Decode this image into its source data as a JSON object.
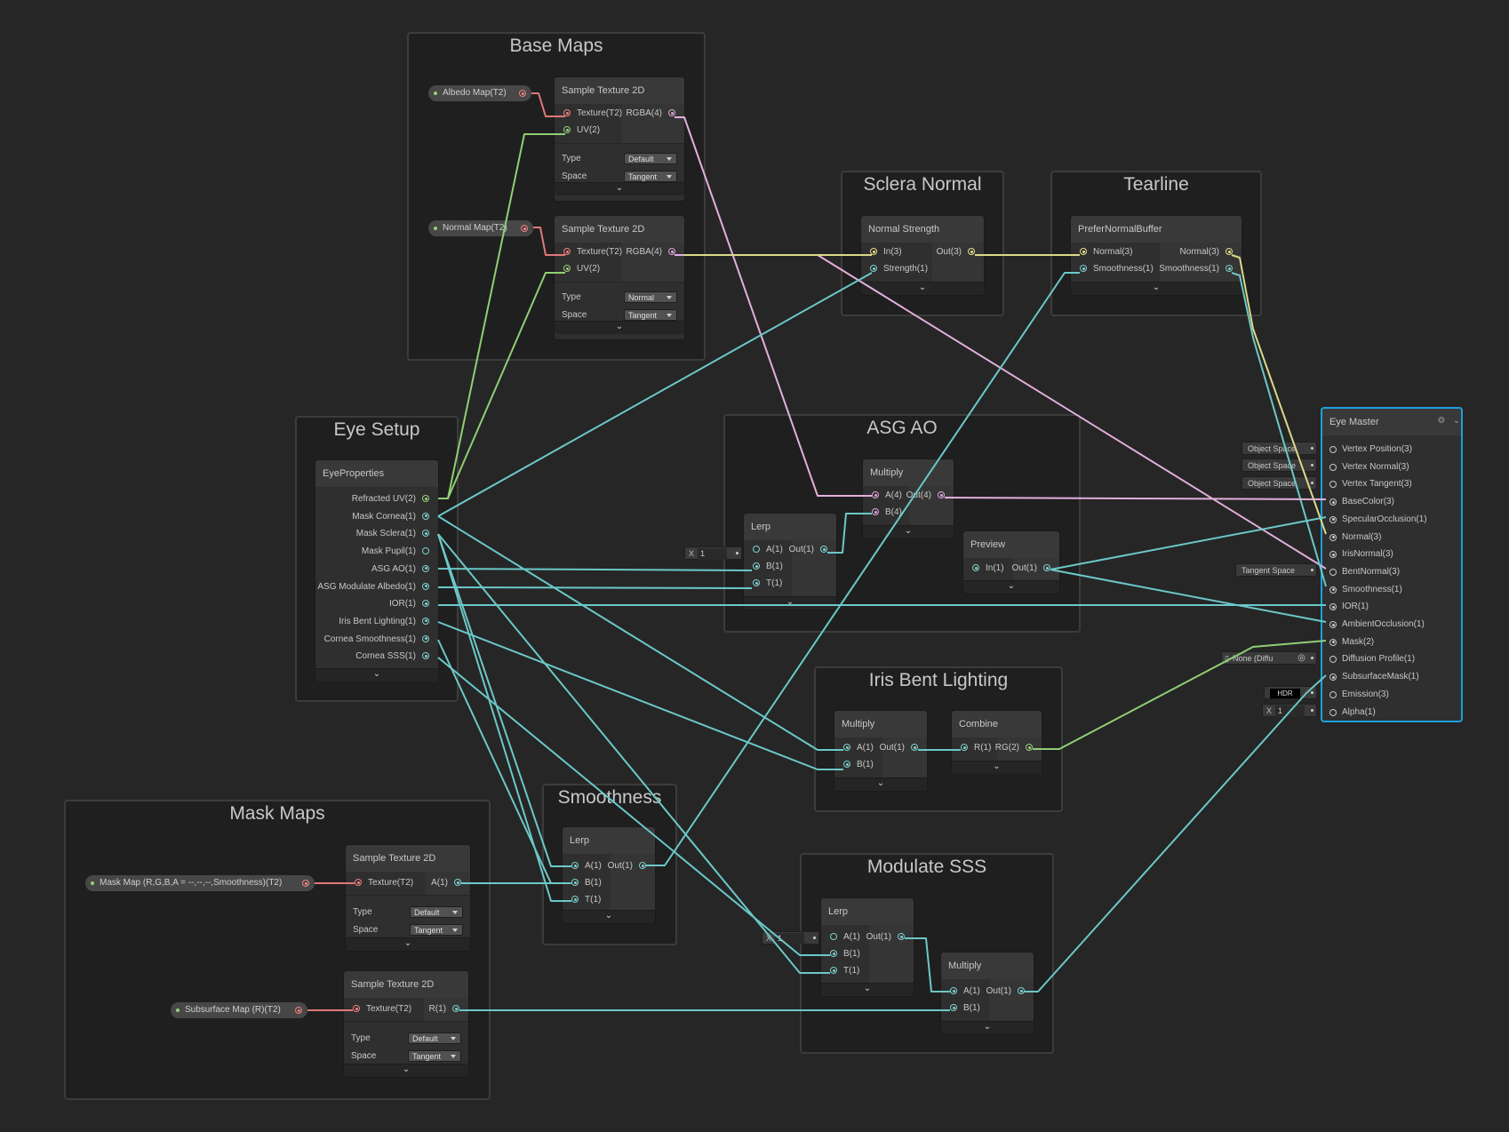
{
  "groups": {
    "base_maps": "Base Maps",
    "sclera_normal": "Sclera Normal",
    "tearline": "Tearline",
    "eye_setup": "Eye Setup",
    "asg_ao": "ASG AO",
    "iris_bent_lighting": "Iris Bent Lighting",
    "smoothness": "Smoothness",
    "mask_maps": "Mask Maps",
    "modulate_sss": "Modulate SSS"
  },
  "properties": {
    "albedo_map": "Albedo Map(T2)",
    "normal_map": "Normal Map(T2)",
    "mask_map": "Mask Map (R,G,B,A = --,--,--,Smoothness)(T2)",
    "subsurface_map": "Subsurface Map (R)(T2)"
  },
  "nodes": {
    "sample_albedo": {
      "title": "Sample Texture 2D",
      "in": [
        "Texture(T2)",
        "UV(2)"
      ],
      "out": [
        "RGBA(4)"
      ],
      "type_label": "Type",
      "type_value": "Default",
      "space_label": "Space",
      "space_value": "Tangent"
    },
    "sample_normal": {
      "title": "Sample Texture 2D",
      "in": [
        "Texture(T2)",
        "UV(2)"
      ],
      "out": [
        "RGBA(4)"
      ],
      "type_label": "Type",
      "type_value": "Normal",
      "space_label": "Space",
      "space_value": "Tangent"
    },
    "normal_strength": {
      "title": "Normal Strength",
      "in": [
        "In(3)",
        "Strength(1)"
      ],
      "out": [
        "Out(3)"
      ]
    },
    "prefer_normal_buffer": {
      "title": "PreferNormalBuffer",
      "in": [
        "Normal(3)",
        "Smoothness(1)"
      ],
      "out": [
        "Normal(3)",
        "Smoothness(1)"
      ]
    },
    "eye_properties": {
      "title": "EyeProperties",
      "out": [
        "Refracted UV(2)",
        "Mask Cornea(1)",
        "Mask Sclera(1)",
        "Mask Pupil(1)",
        "ASG AO(1)",
        "ASG Modulate Albedo(1)",
        "IOR(1)",
        "Iris Bent Lighting(1)",
        "Cornea Smoothness(1)",
        "Cornea SSS(1)"
      ]
    },
    "asg_multiply": {
      "title": "Multiply",
      "in": [
        "A(4)",
        "B(4)"
      ],
      "out": [
        "Out(4)"
      ]
    },
    "asg_lerp": {
      "title": "Lerp",
      "in": [
        "A(1)",
        "B(1)",
        "T(1)"
      ],
      "out": [
        "Out(1)"
      ]
    },
    "preview": {
      "title": "Preview",
      "in": [
        "In(1)"
      ],
      "out": [
        "Out(1)"
      ]
    },
    "iris_multiply": {
      "title": "Multiply",
      "in": [
        "A(1)",
        "B(1)"
      ],
      "out": [
        "Out(1)"
      ]
    },
    "combine": {
      "title": "Combine",
      "in": [
        "R(1)"
      ],
      "out": [
        "RG(2)"
      ]
    },
    "smooth_lerp": {
      "title": "Lerp",
      "in": [
        "A(1)",
        "B(1)",
        "T(1)"
      ],
      "out": [
        "Out(1)"
      ]
    },
    "sample_mask": {
      "title": "Sample Texture 2D",
      "in": [
        "Texture(T2)"
      ],
      "out": [
        "A(1)"
      ],
      "type_label": "Type",
      "type_value": "Default",
      "space_label": "Space",
      "space_value": "Tangent"
    },
    "sample_subsurface": {
      "title": "Sample Texture 2D",
      "in": [
        "Texture(T2)"
      ],
      "out": [
        "R(1)"
      ],
      "type_label": "Type",
      "type_value": "Default",
      "space_label": "Space",
      "space_value": "Tangent"
    },
    "sss_lerp": {
      "title": "Lerp",
      "in": [
        "A(1)",
        "B(1)",
        "T(1)"
      ],
      "out": [
        "Out(1)"
      ]
    },
    "sss_multiply": {
      "title": "Multiply",
      "in": [
        "A(1)",
        "B(1)"
      ],
      "out": [
        "Out(1)"
      ]
    }
  },
  "inline_values": {
    "asg_lerp_a": {
      "label": "X",
      "value": "1"
    },
    "sss_lerp_a": {
      "label": "X",
      "value": "1"
    },
    "master_alpha": {
      "label": "X",
      "value": "1"
    },
    "vertex_position": "Object Space",
    "vertex_normal": "Object Space",
    "vertex_tangent": "Object Space",
    "bent_normal": "Tangent Space",
    "diffusion_profile": "None (Diffu",
    "emission": "HDR"
  },
  "master": {
    "title": "Eye Master",
    "inputs": [
      "Vertex Position(3)",
      "Vertex Normal(3)",
      "Vertex Tangent(3)",
      "BaseColor(3)",
      "SpecularOcclusion(1)",
      "Normal(3)",
      "IrisNormal(3)",
      "BentNormal(3)",
      "Smoothness(1)",
      "IOR(1)",
      "AmbientOcclusion(1)",
      "Mask(2)",
      "Diffusion Profile(1)",
      "SubsurfaceMask(1)",
      "Emission(3)",
      "Alpha(1)"
    ]
  },
  "icons": {
    "expander": "chevron-down-icon",
    "dropdown": "caret-down-icon",
    "settings": "gear-icon",
    "collapse": "chevron-down-icon",
    "file": "document-icon",
    "target": "target-icon"
  },
  "colors": {
    "background": "#262626",
    "group": "#1f1f1f",
    "node": "#2f2f2f",
    "selection": "#1ea0dc",
    "texture_port": "#f08080",
    "vector2_port": "#9ad07a",
    "vector3_port": "#e6e08a",
    "vector4_port": "#e0a8d8",
    "vector1_port": "#7fd0d0"
  },
  "symbols": {
    "chevron": "⌄",
    "gear": "⚙",
    "file": "▯",
    "target": "◎"
  }
}
